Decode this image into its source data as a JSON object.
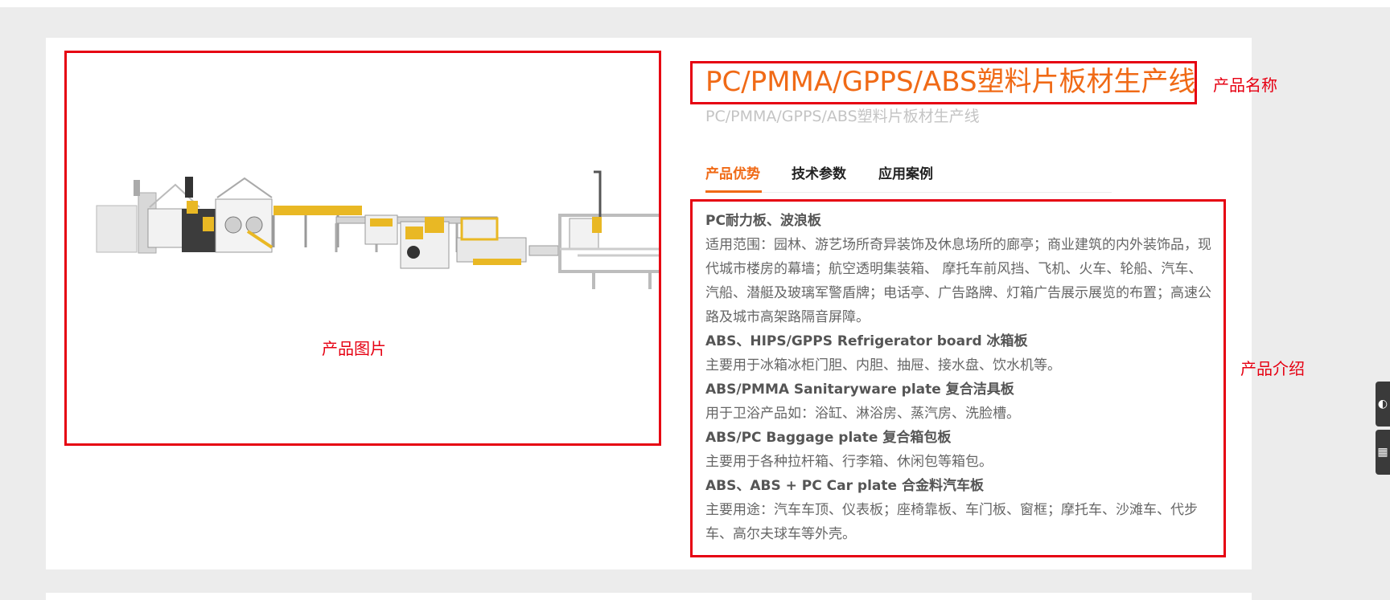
{
  "product": {
    "title": "PC/PMMA/GPPS/ABS塑料片板材生产线",
    "subtitle": "PC/PMMA/GPPS/ABS塑料片板材生产线"
  },
  "tabs": [
    "产品优势",
    "技术参数",
    "应用案例"
  ],
  "description": [
    {
      "heading": "PC耐力板、波浪板",
      "text": "适用范围：园林、游艺场所奇异装饰及休息场所的廊亭；商业建筑的内外装饰品，现代城市楼房的幕墙；航空透明集装箱、 摩托车前风挡、飞机、火车、轮船、汽车、汽船、潜艇及玻璃军警盾牌；电话亭、广告路牌、灯箱广告展示展览的布置；高速公路及城市高架路隔音屏障。"
    },
    {
      "heading": "ABS、HIPS/GPPS Refrigerator board 冰箱板",
      "text": "主要用于冰箱冰柜门胆、内胆、抽屉、接水盘、饮水机等。"
    },
    {
      "heading": "ABS/PMMA Sanitaryware plate 复合洁具板",
      "text": "用于卫浴产品如：浴缸、淋浴房、蒸汽房、洗脸槽。"
    },
    {
      "heading": "ABS/PC Baggage plate 复合箱包板",
      "text": "主要用于各种拉杆箱、行李箱、休闲包等箱包。"
    },
    {
      "heading": "ABS、ABS + PC Car plate 合金料汽车板",
      "text": "主要用途：汽车车顶、仪表板；座椅靠板、车门板、窗框；摩托车、沙滩车、代步车、高尔夫球车等外壳。"
    }
  ],
  "annotations": {
    "image_label": "产品图片",
    "name_label": "产品名称",
    "intro_label": "产品介绍"
  },
  "icons": [
    "machine-illustration",
    "floating-side-button"
  ],
  "colors": {
    "accent": "#f06a16",
    "annotation": "#e60012",
    "background": "#ececec"
  }
}
